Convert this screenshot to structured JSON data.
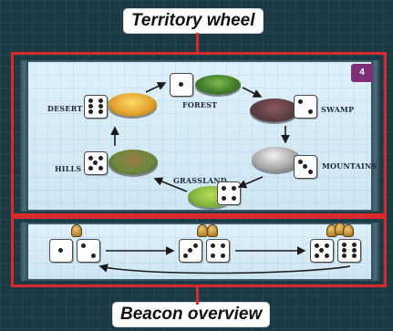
{
  "callouts": {
    "top": "Territory wheel",
    "bottom": "Beacon overview"
  },
  "corner_badge": "4",
  "territories": {
    "forest": "Forest",
    "swamp": "Swamp",
    "mountains": "Mountains",
    "grassland": "Grassland",
    "hills": "Hills",
    "desert": "Desert"
  },
  "icons": [
    "die-icon",
    "terrain-disc-icon",
    "arrow-icon",
    "beacon-token-icon"
  ],
  "colors": {
    "accent_red": "#d8292c",
    "badge_purple": "#7e2f78",
    "board_blue": "#dff0f9"
  }
}
